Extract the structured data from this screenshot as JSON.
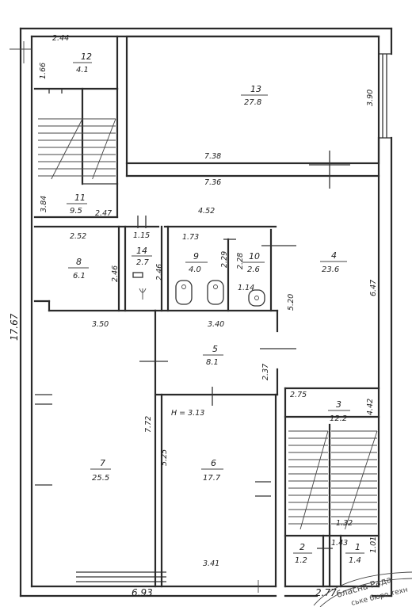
{
  "rooms": [
    {
      "number": "12",
      "area": "4.1"
    },
    {
      "number": "13",
      "area": "27.8"
    },
    {
      "number": "11",
      "area": "9.5"
    },
    {
      "number": "8",
      "area": "6.1"
    },
    {
      "number": "14",
      "area": "2.7"
    },
    {
      "number": "9",
      "area": "4.0"
    },
    {
      "number": "10",
      "area": "2.6"
    },
    {
      "number": "4",
      "area": "23.6"
    },
    {
      "number": "5",
      "area": "8.1"
    },
    {
      "number": "7",
      "area": "25.5"
    },
    {
      "number": "6",
      "area": "17.7"
    },
    {
      "number": "3",
      "area": "12.2"
    },
    {
      "number": "2",
      "area": "1.2"
    },
    {
      "number": "1",
      "area": "1.4"
    }
  ],
  "dimensions": [
    "2.44",
    "1.66",
    "3.90",
    "7.38",
    "7.36",
    "3.84",
    "2.47",
    "4.52",
    "2.52",
    "1.15",
    "2.46",
    "2.46",
    "1.73",
    "2.29",
    "2.28",
    "1.14",
    "6.47",
    "5.20",
    "3.50",
    "3.40",
    "2.37",
    "2.75",
    "4.42",
    "7.72",
    "5.25",
    "1.32",
    "1.43",
    "1.01",
    "3.41",
    "6.93",
    "2.77",
    "17.67"
  ],
  "height_note": "H = 3.13",
  "stamp": {
    "line1": "бласна Рада",
    "line2": "ське бюро техн"
  }
}
